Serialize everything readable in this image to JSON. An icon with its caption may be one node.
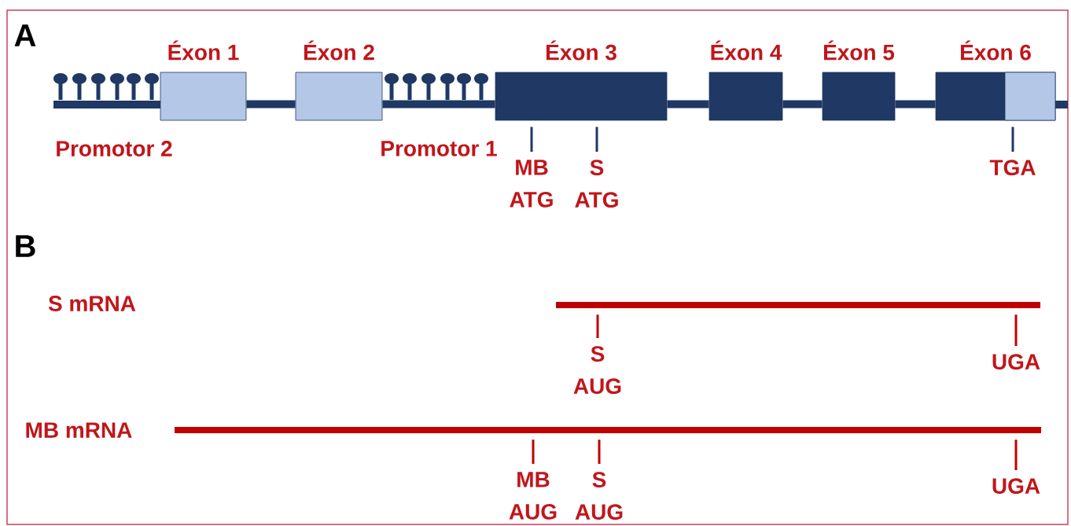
{
  "diagram": {
    "nodes": [
      {
        "text": [
          "Éxon 1"
        ]
      },
      {
        "text": [
          "Éxon 2"
        ]
      },
      {
        "text": [
          "Éxon 3"
        ]
      },
      {
        "text": [
          "Éxon 4"
        ]
      },
      {
        "text": [
          "Éxon 5"
        ]
      },
      {
        "text": [
          "Éxon 6"
        ]
      },
      {
        "text": [],
        "shape": "bar"
      },
      {
        "text": [],
        "shape": "bar"
      },
      {
        "text": [
          "MB ATG"
        ]
      },
      {
        "text": [
          "S ATG"
        ]
      },
      {
        "text": [
          "TGA"
        ]
      },
      {
        "text": [
          "S AUG"
        ]
      },
      {
        "text": [
          "UGA"
        ]
      },
      {
        "text": [
          "MB AUG"
        ]
      },
      {
        "text": [
          "S AUG"
        ]
      },
      {
        "text": [
          "UGA"
        ]
      }
    ],
    "edges": [
      {
        "from": 0,
        "to": 1,
        "arrow": "none",
        "style": "thick"
      },
      {
        "from": 1,
        "to": 2,
        "arrow": "none",
        "style": "thick"
      },
      {
        "from": 2,
        "to": 3,
        "arrow": "none",
        "style": "thick"
      },
      {
        "from": 3,
        "to": 4,
        "arrow": "none",
        "style": "thick"
      },
      {
        "from": 4,
        "to": 5,
        "arrow": "none",
        "style": "thick"
      },
      {
        "from": 8,
        "to": 2,
        "arrow": "none"
      },
      {
        "from": 9,
        "to": 2,
        "arrow": "none"
      },
      {
        "from": 10,
        "to": 5,
        "arrow": "none"
      },
      {
        "from": 11,
        "to": 6,
        "arrow": "none",
        "color": "#c00000"
      },
      {
        "from": 12,
        "to": 6,
        "arrow": "none",
        "color": "#c00000"
      },
      {
        "from": 13,
        "to": 7,
        "arrow": "none",
        "color": "#c00000"
      },
      {
        "from": 14,
        "to": 7,
        "arrow": "none",
        "color": "#c00000"
      },
      {
        "from": 15,
        "to": 7,
        "arrow": "none",
        "color": "#c00000"
      }
    ],
    "labels": [
      "A",
      "Promotor 2",
      "Promotor 1",
      "B",
      "S mRNA",
      "MB mRNA"
    ]
  }
}
